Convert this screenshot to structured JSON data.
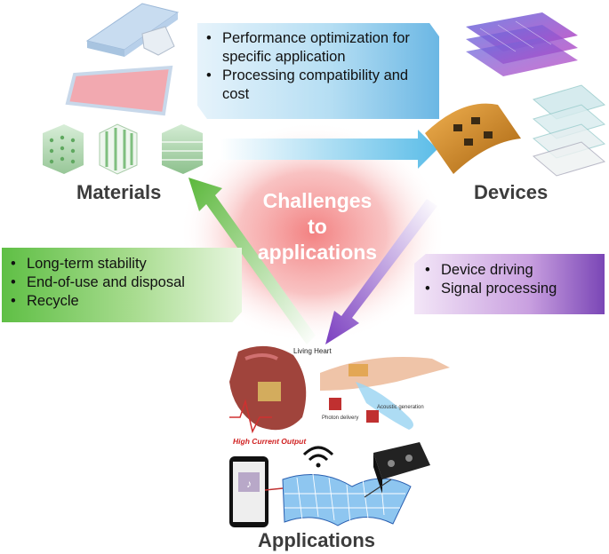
{
  "center": {
    "line1": "Challenges",
    "line2": "to",
    "line3": "applications"
  },
  "nodes": {
    "materials": "Materials",
    "devices": "Devices",
    "applications": "Applications"
  },
  "boxes": {
    "top": [
      "Performance optimization for specific application",
      "Processing compatibility and cost"
    ],
    "left": [
      "Long-term stability",
      "End-of-use and disposal",
      "Recycle"
    ],
    "right": [
      "Device driving",
      "Signal processing"
    ]
  },
  "illustration": {
    "heart_label": "Living Heart",
    "heart_caption": "High Current Output",
    "photon": "Photon delivery",
    "acoustic": "Acoustic generation"
  },
  "colors": {
    "arrow_top": "#6cc3ea",
    "arrow_left": "#6cc24a",
    "arrow_right": "#8a4fc7",
    "center_glow": "#f08080"
  }
}
